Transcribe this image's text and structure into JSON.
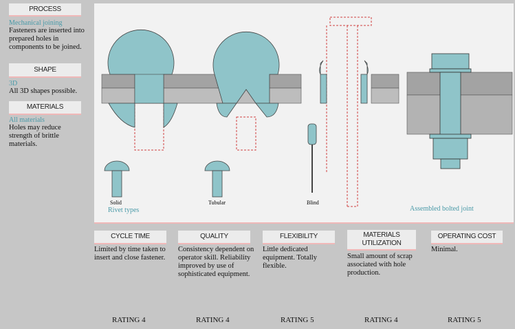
{
  "sidebar": {
    "process": {
      "header": "PROCESS",
      "subtitle": "Mechanical joining",
      "text": "Fasteners are inserted into prepared holes in components to be joined."
    },
    "shape": {
      "header": "SHAPE",
      "subtitle": "3D",
      "text": "All 3D shapes possible."
    },
    "materials": {
      "header": "MATERIALS",
      "subtitle": "All materials",
      "text": "Holes may reduce strength of brittle materials."
    }
  },
  "diagram": {
    "labels": {
      "solid": "Solid",
      "tubular": "Tubular",
      "blind": "Blind",
      "rivet_types": "Rivet types",
      "bolted": "Assembled bolted joint"
    }
  },
  "criteria": [
    {
      "header": "CYCLE TIME",
      "text": "Limited by time taken to insert and close fastener.",
      "rating": "RATING 4"
    },
    {
      "header": "QUALITY",
      "text": "Consistency dependent on operator skill. Reliability improved by use of sophisticated equipment.",
      "rating": "RATING 4"
    },
    {
      "header": "FLEXIBILITY",
      "text": "Little dedicated equipment. Totally flexible.",
      "rating": "RATING 5"
    },
    {
      "header": "MATERIALS UTILIZATION",
      "text": "Small amount of scrap associated with hole production.",
      "rating": "RATING 4"
    },
    {
      "header": "OPERATING COST",
      "text": "Minimal.",
      "rating": "RATING 5"
    }
  ],
  "colors": {
    "teal": "#8fc4c9",
    "accent": "#4a9aa8",
    "plate": "#a3a3a3",
    "dash": "#d04040"
  }
}
